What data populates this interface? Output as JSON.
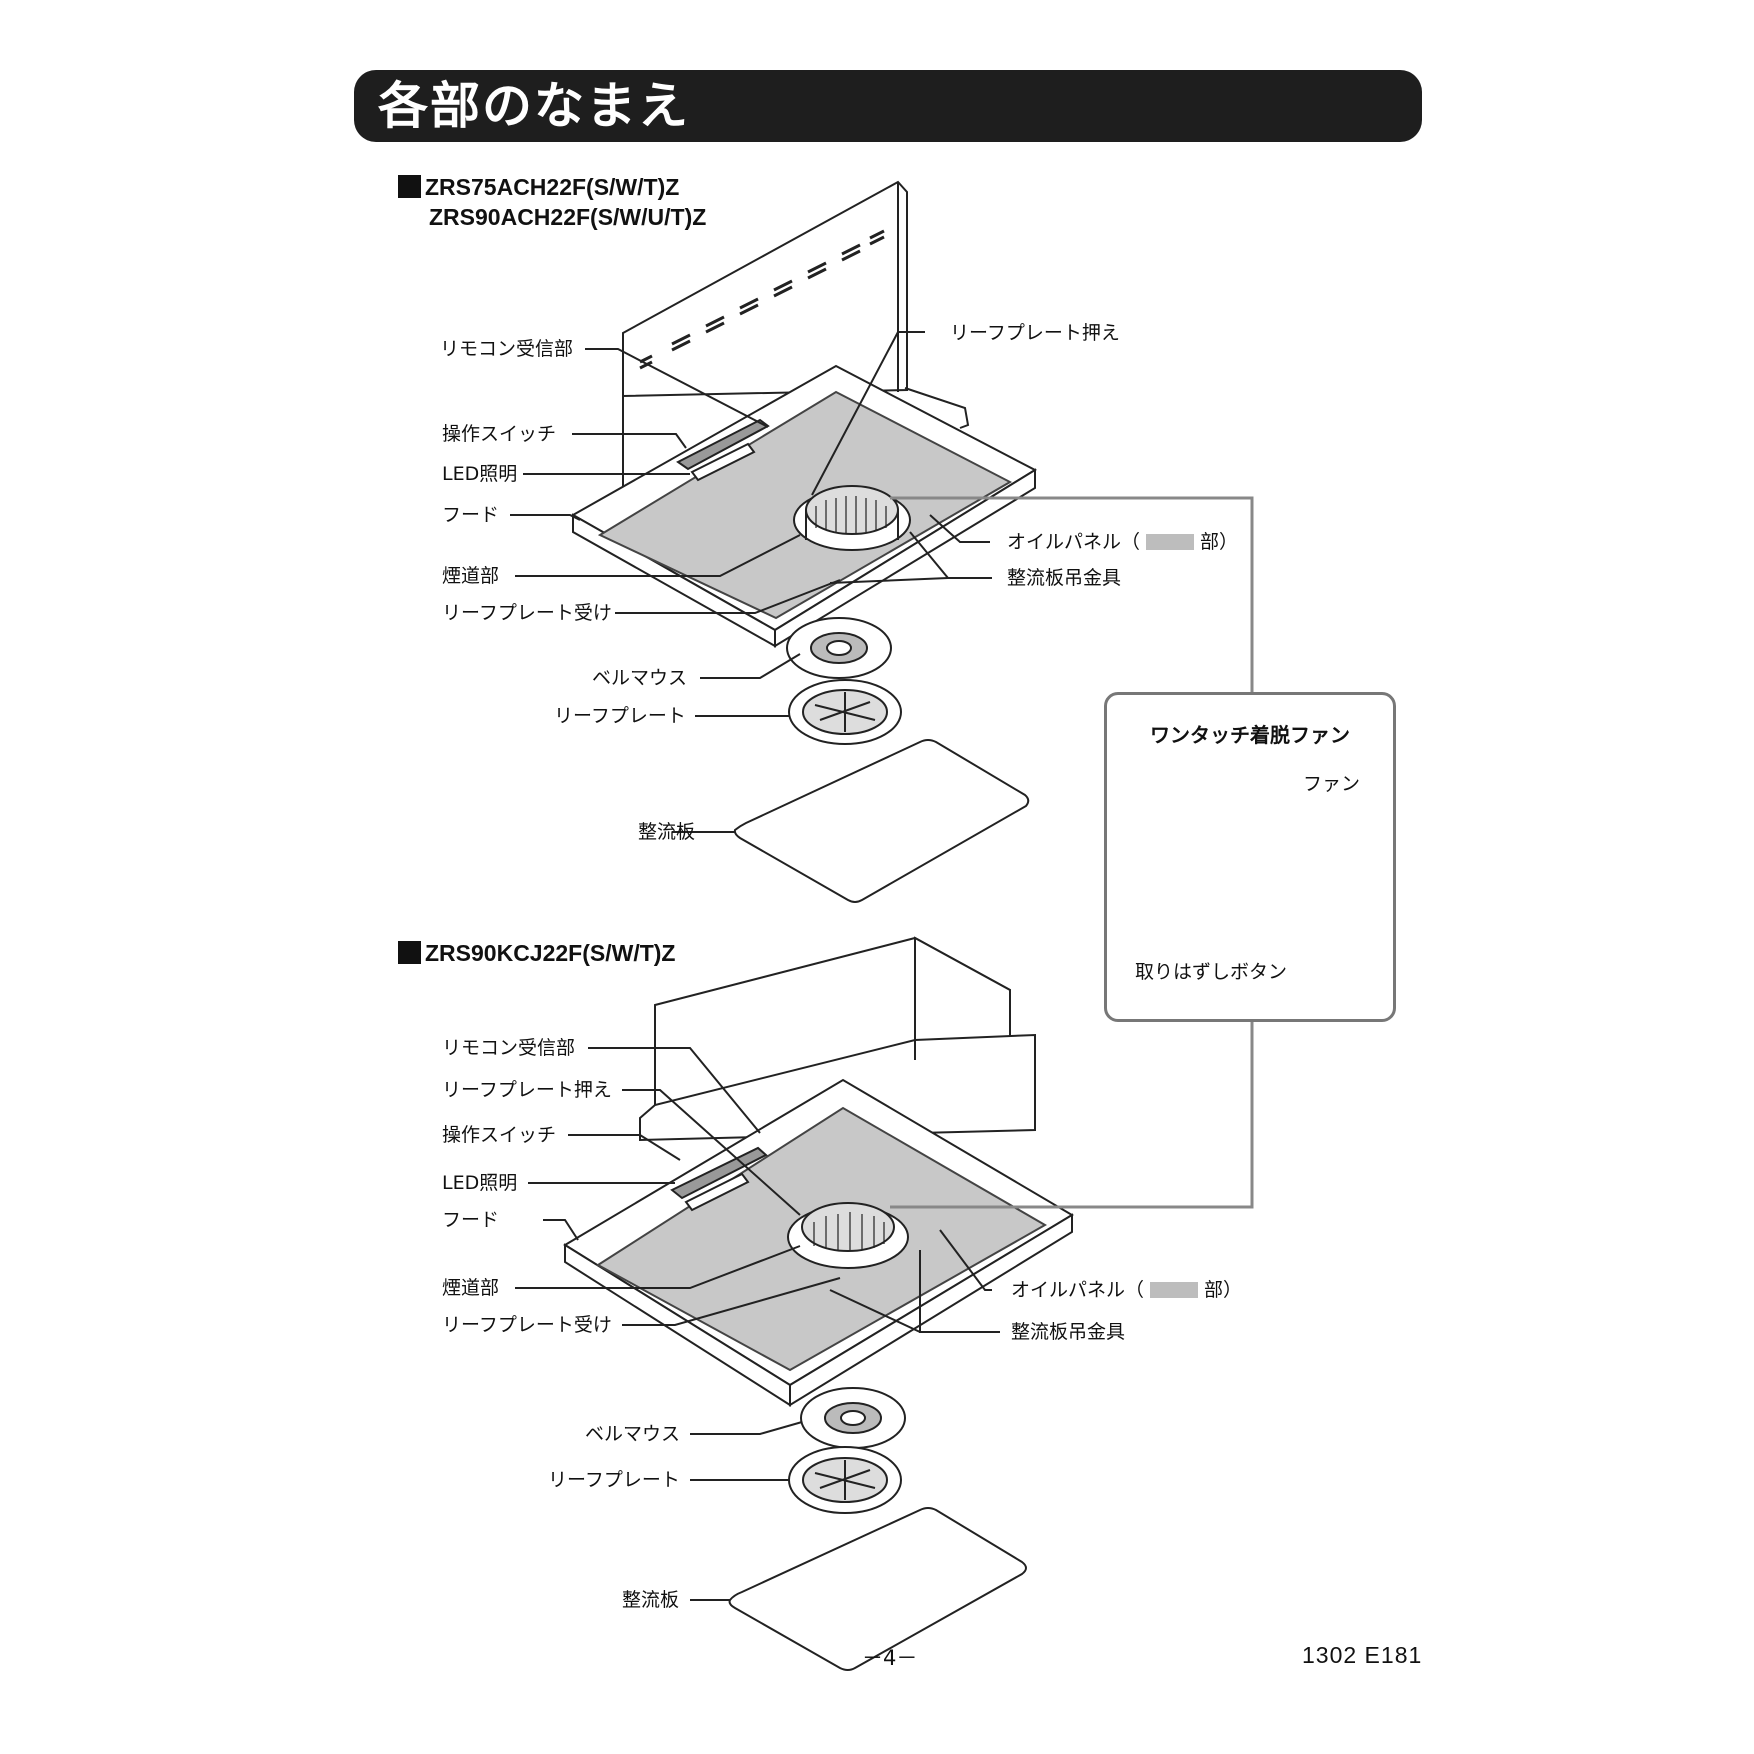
{
  "header": {
    "title": "各部のなまえ"
  },
  "model_a": {
    "line1": "ZRS75ACH22F(S/W/T)Z",
    "line2": "ZRS90ACH22F(S/W/U/T)Z",
    "labels": {
      "remocon": "リモコン受信部",
      "switch": "操作スイッチ",
      "led": "LED照明",
      "hood": "フード",
      "flue": "煙道部",
      "leaf_receiver": "リーフプレート受け",
      "leaf_holder": "リーフプレート押え",
      "oil_panel": "オイルパネル（",
      "oil_panel_suffix": "部）",
      "bracket": "整流板吊金具",
      "bellmouth": "ベルマウス",
      "leaf_plate": "リーフプレート",
      "baffle": "整流板"
    }
  },
  "model_b": {
    "line1": "ZRS90KCJ22F(S/W/T)Z",
    "labels": {
      "remocon": "リモコン受信部",
      "leaf_holder": "リーフプレート押え",
      "switch": "操作スイッチ",
      "led": "LED照明",
      "hood": "フード",
      "flue": "煙道部",
      "leaf_receiver": "リーフプレート受け",
      "oil_panel": "オイルパネル（",
      "oil_panel_suffix": "部）",
      "bracket": "整流板吊金具",
      "bellmouth": "ベルマウス",
      "leaf_plate": "リーフプレート",
      "baffle": "整流板"
    }
  },
  "fan_box": {
    "title": "ワンタッチ着脱ファン",
    "fan": "ファン",
    "release": "取りはずしボタン"
  },
  "footer": {
    "page": "－4－",
    "code": "1302 E181"
  },
  "colors": {
    "header_bg": "#1e1e1e",
    "panel_gray": "#c8c8c8",
    "box_border": "#777777"
  }
}
